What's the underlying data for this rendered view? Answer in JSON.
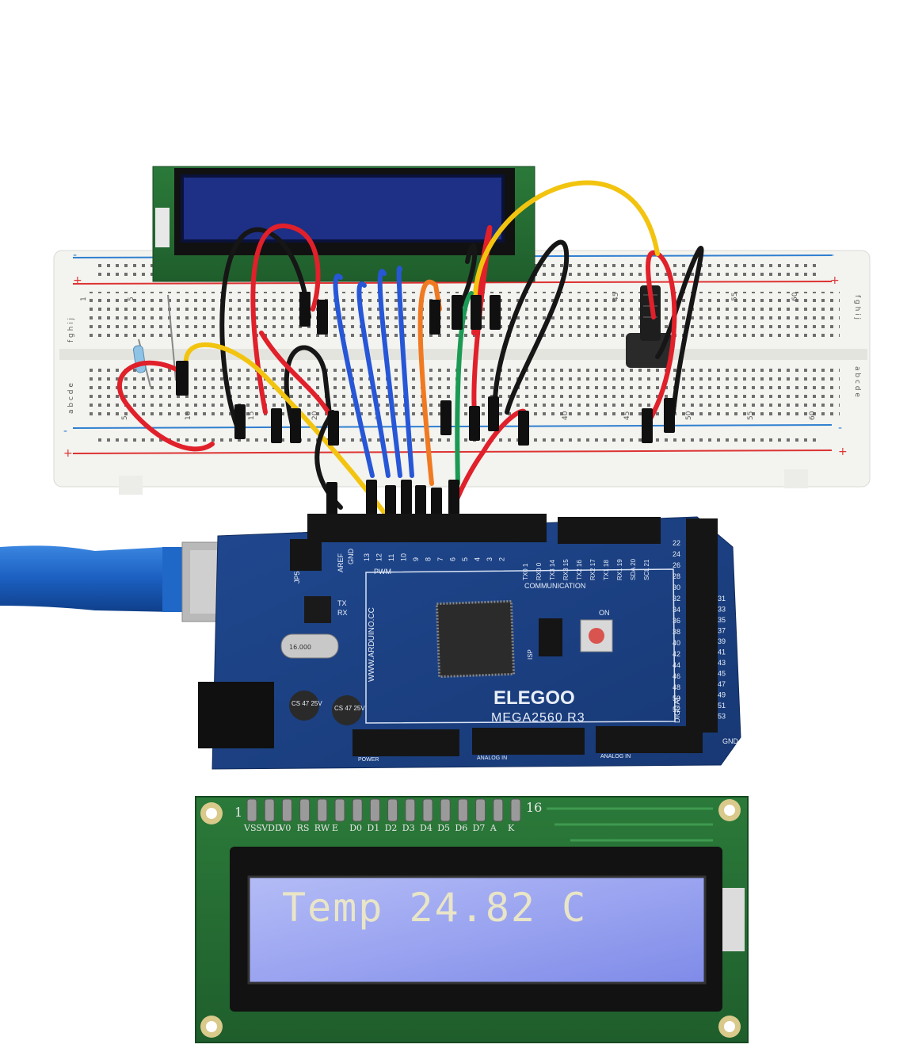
{
  "breadboard": {
    "row_numbers_top": [
      "1",
      "5",
      "45",
      "55",
      "60"
    ],
    "row_numbers_bottom": [
      "5",
      "10",
      "15",
      "20",
      "25",
      "40",
      "45",
      "50",
      "55",
      "60"
    ],
    "column_letters_top": "f g h i j",
    "column_letters_bottom": "a b c d e",
    "rail_plus": "+",
    "rail_minus": "-"
  },
  "board": {
    "brand": "ELEGOO",
    "model": "MEGA2560 R3",
    "website": "WWW.ARDUINO.CC",
    "labels": {
      "aref": "AREF",
      "gnd": "GND",
      "pwm": "PWM",
      "communication": "COMMUNICATION",
      "tx": "TX",
      "rx": "RX",
      "on": "ON",
      "isp": "ISP",
      "power": "POWER",
      "analog_in": "ANALOG IN",
      "digital": "DIGITAL",
      "gnd_right": "GND",
      "jp5": "JP5",
      "cap_left": "CS 47 25V",
      "cap_right": "CS 47 25V",
      "crystal": "16.000"
    },
    "pwm_pins": [
      "13",
      "12",
      "11",
      "10",
      "9",
      "8",
      "7",
      "6",
      "5",
      "4",
      "3",
      "2"
    ],
    "comm_pins": [
      "TX0 1",
      "RX0 0",
      "TX3 14",
      "RX3 15",
      "TX2 16",
      "RX2 17",
      "TX1 18",
      "RX1 19",
      "SDA 20",
      "SCL 21"
    ],
    "digital_pins_left": [
      "22",
      "24",
      "26",
      "28",
      "30",
      "32",
      "34",
      "36",
      "38",
      "40",
      "42",
      "44",
      "46",
      "48",
      "50",
      "52"
    ],
    "digital_pins_right": [
      "31",
      "33",
      "35",
      "37",
      "39",
      "41",
      "43",
      "45",
      "47",
      "49",
      "51",
      "53"
    ]
  },
  "lcd": {
    "pin_start": "1",
    "pin_end": "16",
    "pin_labels": [
      "VSS",
      "VDD",
      "V0",
      "RS",
      "RW",
      "E",
      "D0",
      "D1",
      "D2",
      "D3",
      "D4",
      "D5",
      "D6",
      "D7",
      "A",
      "K"
    ],
    "display_line": "Temp   24.82  C"
  },
  "colors": {
    "board_blue": "#1b3f86",
    "lcd_pcb_green": "#2f7a3c",
    "lcd_backlight": "#9ea8f2",
    "wire_red": "#e0202a",
    "wire_black": "#1a1a1a",
    "wire_yellow": "#f2c40f",
    "wire_blue": "#2757d6",
    "wire_orange": "#f07a22",
    "wire_green": "#1b9a54",
    "usb_cable": "#1d63c4"
  }
}
